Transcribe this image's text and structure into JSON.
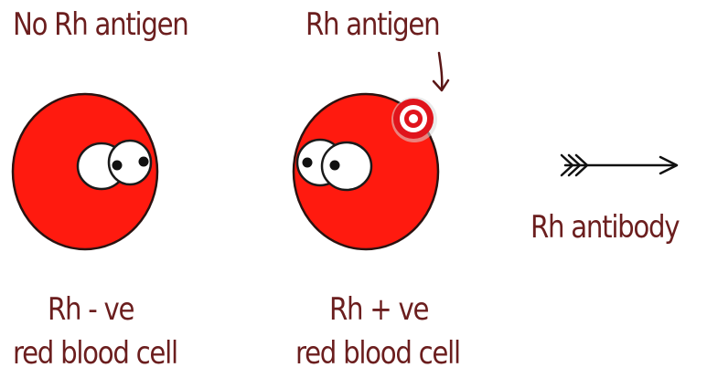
{
  "labels": {
    "no_antigen": "No Rh antigen",
    "antigen": "Rh antigen",
    "antibody": "Rh antibody",
    "negative_line1": "Rh - ve",
    "negative_line2": "red blood cell",
    "positive_line1": "Rh + ve",
    "positive_line2": "red blood cell"
  },
  "colors": {
    "cell_fill": "#ff1a0f",
    "cell_outline": "#2a1210",
    "text": "#6b1e1e",
    "antigen_ring": "#e0141c"
  }
}
